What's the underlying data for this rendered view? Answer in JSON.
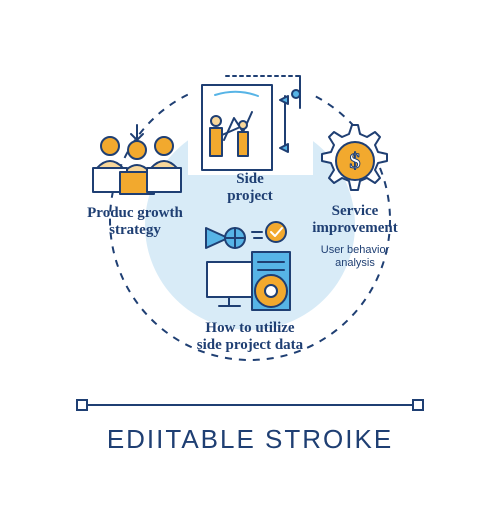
{
  "colors": {
    "outline": "#1f3f73",
    "accent_blue": "#57b4e6",
    "circle_fill": "#d8ebf7",
    "orange": "#f2a92e",
    "light_orange": "#f8d79a"
  },
  "labels": {
    "side_project": [
      "Side",
      "project"
    ],
    "product_growth": [
      "Produc growth",
      "strategy"
    ],
    "service_improvement": [
      "Service",
      "improvement"
    ],
    "service_sub": [
      "User behavior",
      "analysis"
    ],
    "utilize": [
      "How to utilize",
      "side project data"
    ]
  },
  "banner": "EDIITABLE STROIKE",
  "icons": {
    "top": "side-project-board-icon",
    "left": "team-presentation-icon",
    "right": "dollar-gear-icon",
    "bottom": "data-computer-icon"
  }
}
